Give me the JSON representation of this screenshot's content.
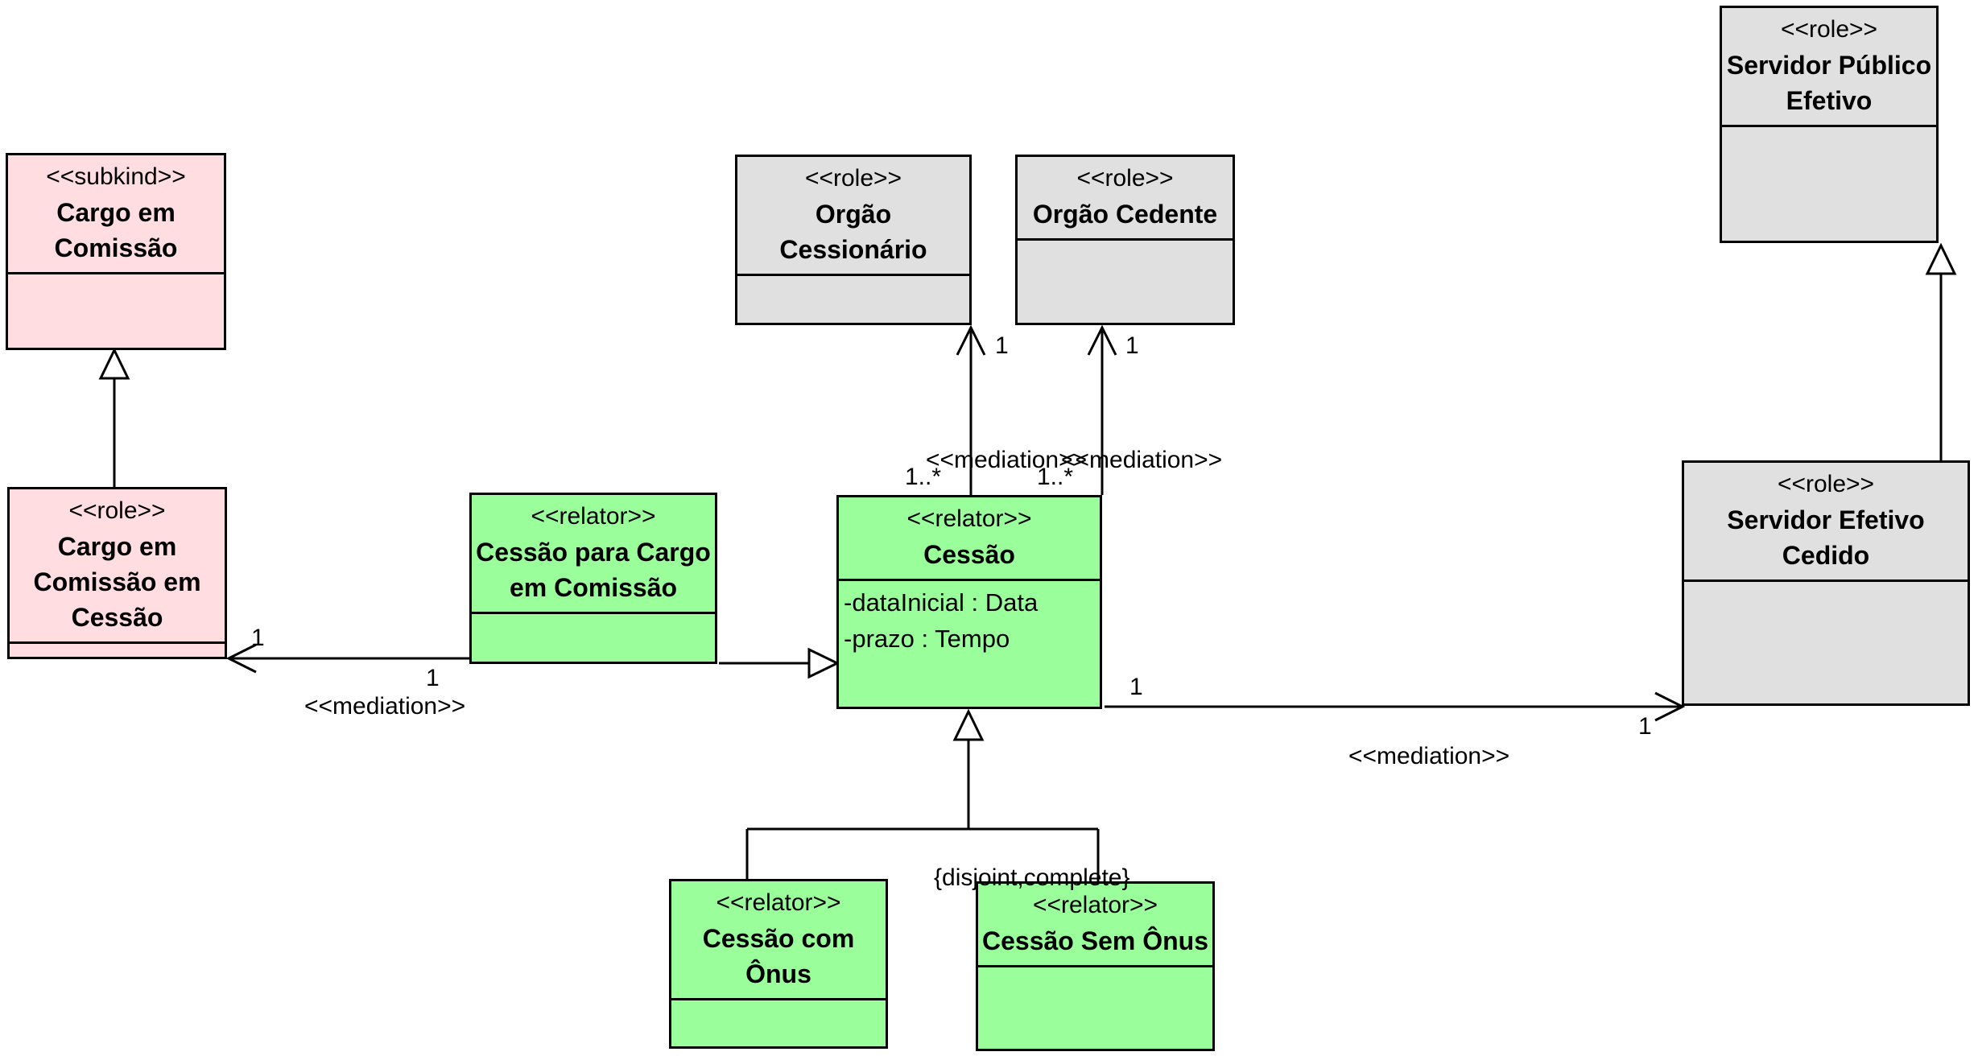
{
  "classes": {
    "cargo_comissao": {
      "stereotype": "<<subkind>>",
      "name": "Cargo em Comissão",
      "color": "#ffdde1"
    },
    "cargo_comissao_cessao": {
      "stereotype": "<<role>>",
      "name": "Cargo em Comissão em Cessão",
      "color": "#ffdde1"
    },
    "cessao_cargo_comissao": {
      "stereotype": "<<relator>>",
      "name": "Cessão para Cargo em Comissão",
      "color": "#9aff9a"
    },
    "orgao_cessionario": {
      "stereotype": "<<role>>",
      "name": "Orgão Cessionário",
      "color": "#e0e0e0"
    },
    "orgao_cedente": {
      "stereotype": "<<role>>",
      "name": "Orgão Cedente",
      "color": "#e0e0e0"
    },
    "cessao": {
      "stereotype": "<<relator>>",
      "name": "Cessão",
      "color": "#9aff9a",
      "attributes": [
        "-dataInicial : Data",
        "-prazo : Tempo"
      ]
    },
    "servidor_publico_efetivo": {
      "stereotype": "<<role>>",
      "name": "Servidor Público Efetivo",
      "color": "#e0e0e0"
    },
    "servidor_efetivo_cedido": {
      "stereotype": "<<role>>",
      "name": "Servidor Efetivo Cedido",
      "color": "#e0e0e0"
    },
    "cessao_com_onus": {
      "stereotype": "<<relator>>",
      "name": "Cessão com Ônus",
      "color": "#9aff9a"
    },
    "cessao_sem_onus": {
      "stereotype": "<<relator>>",
      "name": "Cessão Sem Ônus",
      "color": "#9aff9a"
    }
  },
  "labels": {
    "mediation": "<<mediation>>",
    "one": "1",
    "one_many": "1..*",
    "genset": "{disjoint,complete}"
  }
}
